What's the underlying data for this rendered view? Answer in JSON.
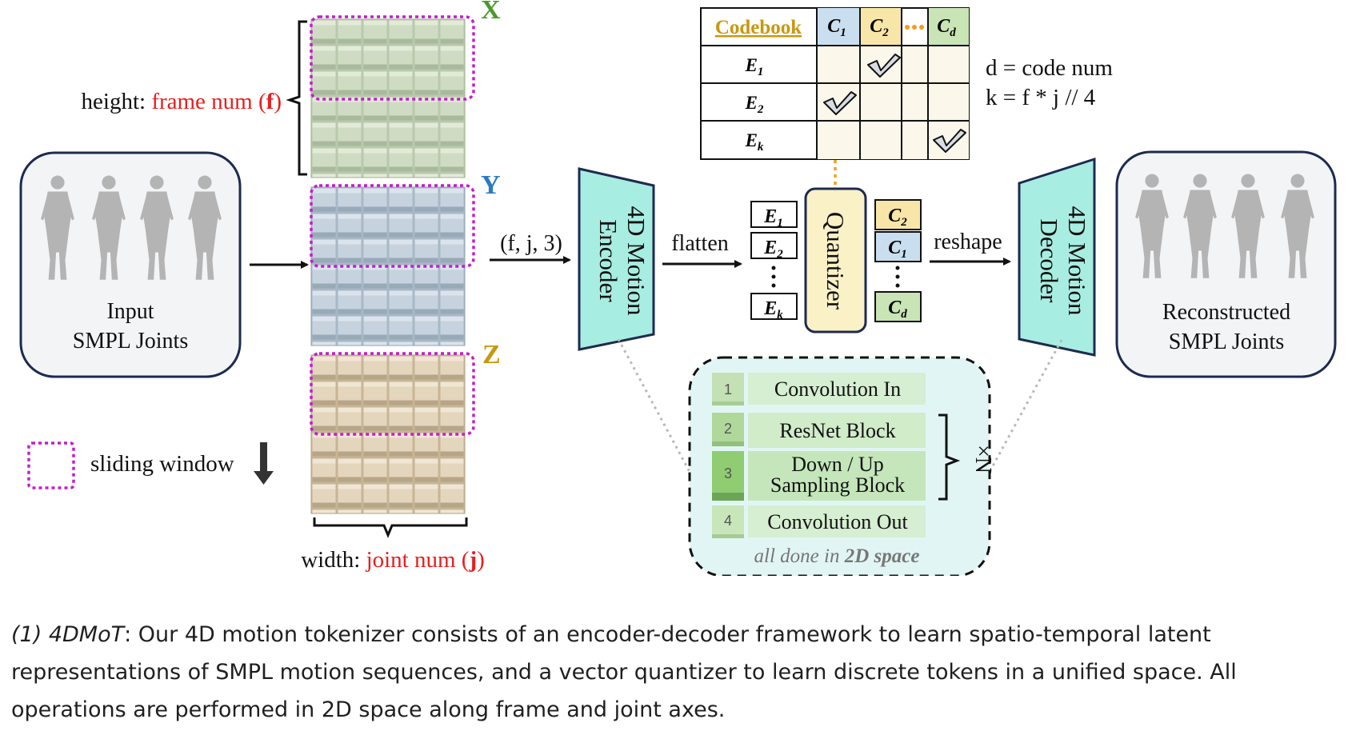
{
  "input_box": {
    "line1": "Input",
    "line2": "SMPL Joints"
  },
  "output_box": {
    "line1": "Reconstructed",
    "line2": "SMPL Joints"
  },
  "height_label": {
    "prefix": "height: ",
    "value": "frame num (",
    "var": "f",
    "suffix": ")"
  },
  "width_label": {
    "prefix": "width: ",
    "value": "joint num (",
    "var": "j",
    "suffix": ")"
  },
  "axes": {
    "x": "X",
    "y": "Y",
    "z": "Z"
  },
  "legend": {
    "sliding_window": "sliding window"
  },
  "shape_label": "(f, j, 3)",
  "encoder": {
    "line1": "4D Motion",
    "line2": "Encoder"
  },
  "decoder": {
    "line1": "4D Motion",
    "line2": "Decoder"
  },
  "flatten_label": "flatten",
  "reshape_label": "reshape",
  "quantizer_label": "Quantizer",
  "codebook": {
    "title": "Codebook",
    "columns": [
      "C1",
      "C2",
      "•••",
      "Cd"
    ],
    "rows": [
      {
        "label": "E1",
        "check_col": 1
      },
      {
        "label": "E2",
        "check_col": 0
      },
      {
        "label": "Ek",
        "check_col": 3
      }
    ],
    "note1": "d = code num",
    "note2": "k = f * j // 4"
  },
  "embeddings": [
    "E1",
    "E2",
    "Ek"
  ],
  "codes": [
    "C2",
    "C1",
    "Cd"
  ],
  "blocks": [
    {
      "num": "1",
      "label": "Convolution In"
    },
    {
      "num": "2",
      "label": "ResNet Block"
    },
    {
      "num": "3",
      "label": "Down / Up",
      "label2": "Sampling Block"
    },
    {
      "num": "4",
      "label": "Convolution Out"
    }
  ],
  "repeat_label": "×N",
  "space_note": {
    "prefix": "all done in ",
    "emph": "2D space"
  },
  "colors": {
    "x_axis": "#4a9a2a",
    "y_axis": "#2d7bbf",
    "z_axis": "#c8980e",
    "accent_red": "#e81e1e",
    "window": "#c21fc9"
  },
  "caption": {
    "lead": "(1) 4DMoT",
    "text": ": Our 4D motion tokenizer consists of an encoder-decoder framework to learn spatio-temporal latent representations of SMPL motion sequences, and a vector quantizer to learn discrete tokens in a unified space. All operations are performed in 2D space along frame and joint axes."
  }
}
